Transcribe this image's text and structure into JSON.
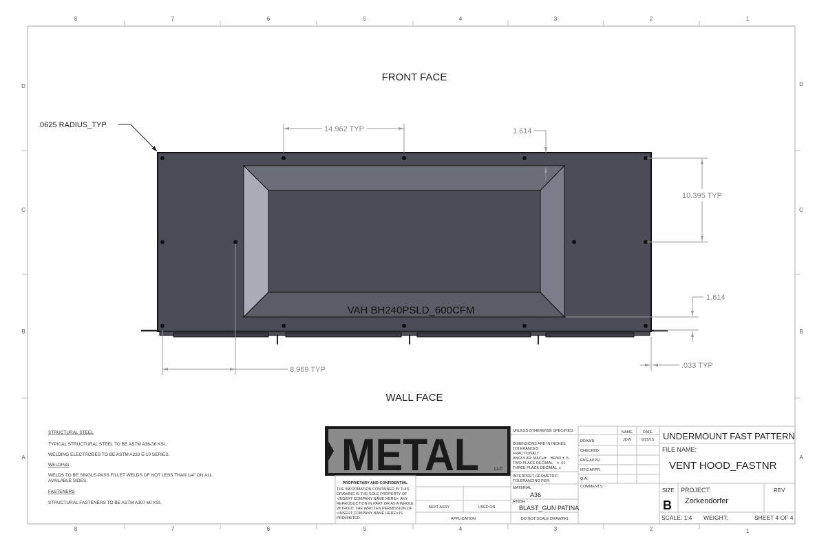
{
  "zones": {
    "columns": [
      "8",
      "7",
      "6",
      "5",
      "4",
      "3",
      "2",
      "1"
    ],
    "rows": [
      "D",
      "C",
      "B",
      "A"
    ]
  },
  "view": {
    "front_label": "FRONT FACE",
    "wall_label": "WALL FACE",
    "model_label": "VAH BH240PSLD_600CFM"
  },
  "dimensions": {
    "radius": ".0625 RADIUS_TYP",
    "hole_spacing_h": "14.962 TYP",
    "top_offset": "1.614",
    "hole_spacing_v": "10.395 TYP",
    "bottom_offset": "1.614",
    "flange": ".033 TYP",
    "edge_hole": "8.969 TYP"
  },
  "notes": {
    "structural_steel_heading": "STRUCTURAL STEEL",
    "structural_steel_1": "TYPICAL STRUCTURAL STEEL TO BE ASTM A36-36 KSI.",
    "structural_steel_2": "WELDING ELECTRODES TO BE ASTM A233 E-10 SERIES.",
    "welding_heading": "WELDING",
    "welding_1a": "WELDS TO BE SINGLE-PASS FILLET WELDS OF NOT LESS THAN 1/4\" ON ALL",
    "welding_1b": "AVAILABLE SIDES.",
    "fasteners_heading": "FASTENERS",
    "fasteners_1": "STRUCTURAL FASTENERS TO BE ASTM A307-60 KSI."
  },
  "title_block": {
    "logo_text": "METAL",
    "logo_suffix": "LLC",
    "proprietary_heading": "PROPRIETARY AND CONFIDENTIAL",
    "proprietary_lines": [
      "THE INFORMATION CONTAINED IN THIS",
      "DRAWING IS THE SOLE PROPERTY OF",
      "<INSERT COMPANY NAME HERE>.  ANY",
      "REPRODUCTION IN PART OR AS A WHOLE",
      "WITHOUT THE WRITTEN PERMISSION OF",
      "<INSERT COMPANY NAME HERE> IS",
      "PROHIBITED."
    ],
    "next_assy": "NEXT ASSY",
    "used_on": "USED ON",
    "application": "APPLICATION",
    "unless": "UNLESS OTHERWISE SPECIFIED:",
    "tolerance_lines": [
      "DIMENSIONS ARE IN INCHES",
      "TOLERANCES:",
      "FRACTIONAL±",
      "ANGULAR: MACH±    BEND ± .5",
      "TWO PLACE DECIMAL    ± .01",
      "THREE PLACE DECIMAL  ±"
    ],
    "interpret_1": "INTERPRET GEOMETRIC",
    "interpret_2": "TOLERANCING PER:",
    "material_label": "MATERIAL",
    "material": "A36",
    "finish_label": "FINISH",
    "finish": "BLAST_GUN PATINA",
    "do_not_scale": "DO NOT SCALE DRAWING",
    "name_header": "NAME",
    "date_header": "DATE",
    "drawn": "DRAWN",
    "drawn_name": "JDW",
    "drawn_date": "9/25/15",
    "checked": "CHECKED",
    "eng_appr": "ENG APPR.",
    "mfg_appr": "MFG APPR.",
    "qa": "Q.A.",
    "comments": "COMMENTS:",
    "title": "UNDERMOUNT FAST PATTERN",
    "file_name_label": "FILE NAME:",
    "file_name": "VENT HOOD_FASTNR",
    "size_label": "SIZE",
    "size": "B",
    "project_label": "PROJECT:",
    "project": "Zorkendorfer",
    "rev_label": "REV",
    "scale": "SCALE: 1:4",
    "weight": "WEIGHT:",
    "sheet": "SHEET 4 OF 4"
  }
}
